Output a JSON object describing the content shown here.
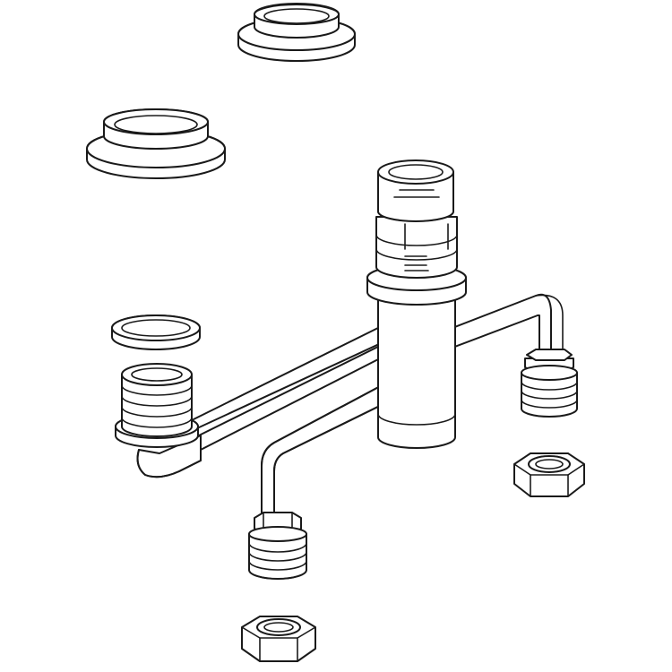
{
  "diagram": {
    "style": "monochrome line drawing",
    "background_color": "#ffffff",
    "line_color": "#1a1a1a",
    "parts": [
      "flange-ring-top",
      "flange-ring-left",
      "washer",
      "hot-inlet-threaded-connector",
      "valve-body-spout-shank",
      "cold-inlet-threaded-connector",
      "rear-threaded-connector",
      "hex-nut-right",
      "hex-nut-bottom"
    ]
  }
}
